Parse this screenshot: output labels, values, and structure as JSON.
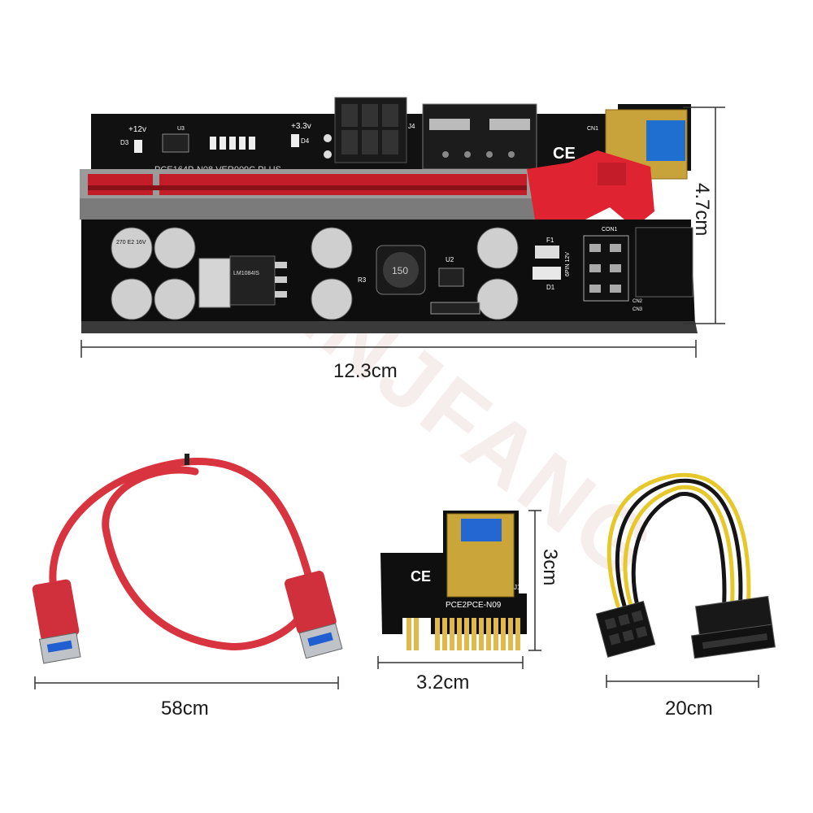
{
  "watermark": "SENJFANG",
  "dimensions": {
    "riser_height": "4.7cm",
    "riser_width": "12.3cm",
    "usb_cable_length": "58cm",
    "adapter_height": "3cm",
    "adapter_width": "3.2cm",
    "power_cable_length": "20cm"
  },
  "riser_board": {
    "model": "PCE164P-N08  VER009C PLUS",
    "label_12v": "+12v",
    "label_33v": "+3.3v",
    "label_d3": "D3",
    "label_d4": "D4",
    "label_u3": "U3",
    "label_j4": "J4",
    "label_cn1": "CN1",
    "label_con1": "CON1",
    "label_f1": "F1",
    "label_d1": "D1",
    "label_u2": "U2",
    "label_r3": "R3",
    "label_cn2": "CN2",
    "label_cn3": "CN3",
    "label_6pin": "6PIN 12V",
    "inductor_code": "150",
    "regulator_text": "LM1084IS",
    "cap_text": "270 E2 16V",
    "ce_mark": "CE"
  },
  "adapter_board": {
    "model": "PCE2PCE-N09",
    "label_j1": "J1",
    "ce_mark": "CE"
  }
}
